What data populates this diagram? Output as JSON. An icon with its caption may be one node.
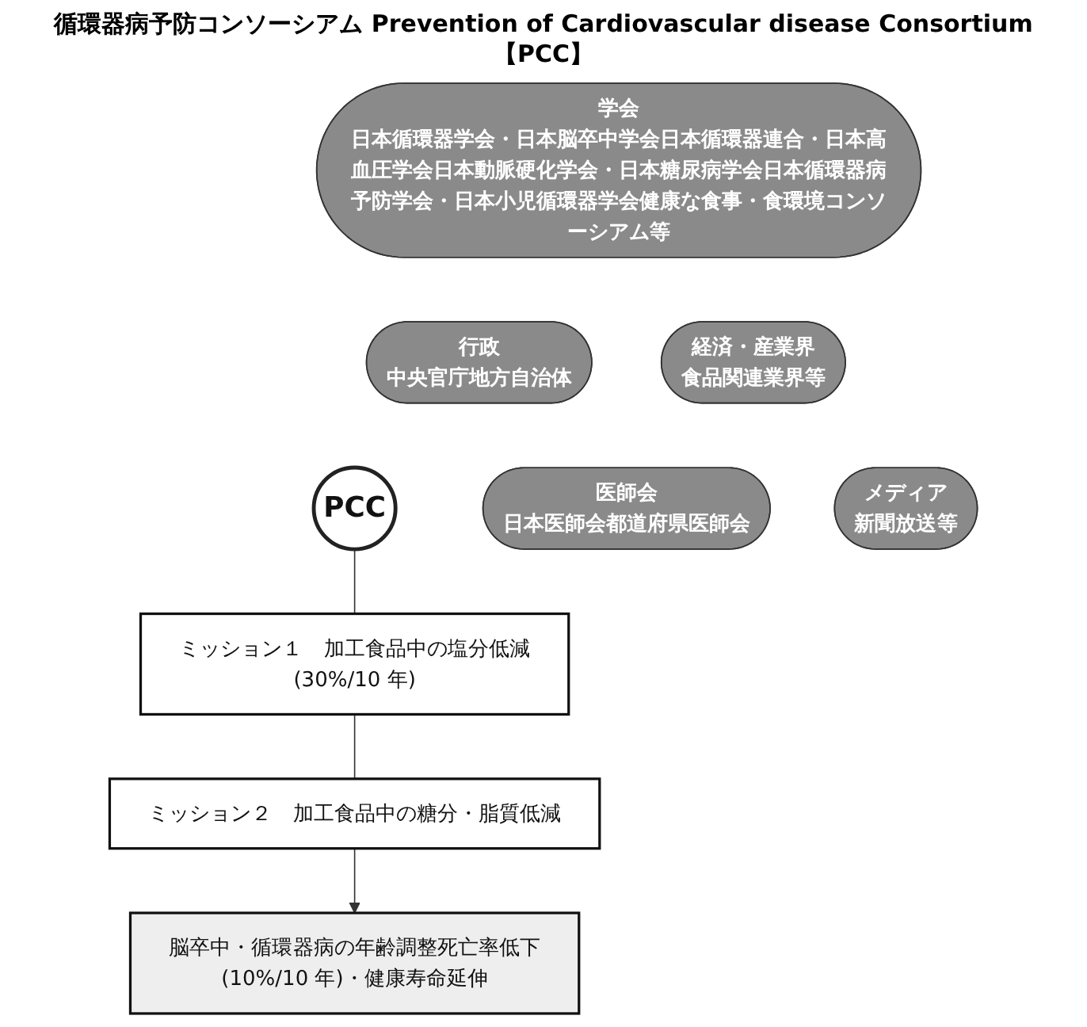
{
  "diagram": {
    "title": "循環器病予防コンソーシアム Prevention of Cardiovascular disease Consortium【PCC】",
    "nodes": [
      {
        "text": [
          "学会",
          "日本循環器学会・日本脳卒中学会日本循環器連合・日本高血圧学会日本動脈硬化学会・日本糖尿病学会日本循環器病予防学会・日本小児循環器学会健康な食事・食環境コンソーシアム等"
        ]
      },
      {
        "text": [
          "行政",
          "中央官庁地方自治体"
        ]
      },
      {
        "text": [
          "経済・産業界",
          "食品関連業界等"
        ]
      },
      {
        "text": [
          "PCC"
        ]
      },
      {
        "text": [
          "医師会",
          "日本医師会都道府県医師会"
        ]
      },
      {
        "text": [
          "メディア",
          "新聞放送等"
        ]
      },
      {
        "text": [
          "ミッション１　加工食品中の塩分低減 (30%/10 年)"
        ]
      },
      {
        "text": [
          "ミッション２　加工食品中の糖分・脂質低減"
        ]
      },
      {
        "text": [
          "脳卒中・循環器病の年齢調整死亡率低下 (10%/10 年)・健康寿命延伸"
        ]
      }
    ],
    "edges": [
      {
        "from": 3,
        "to": 6,
        "arrow": "none"
      },
      {
        "from": 6,
        "to": 7,
        "arrow": "none"
      },
      {
        "from": 7,
        "to": 8,
        "arrow": "to"
      }
    ]
  }
}
